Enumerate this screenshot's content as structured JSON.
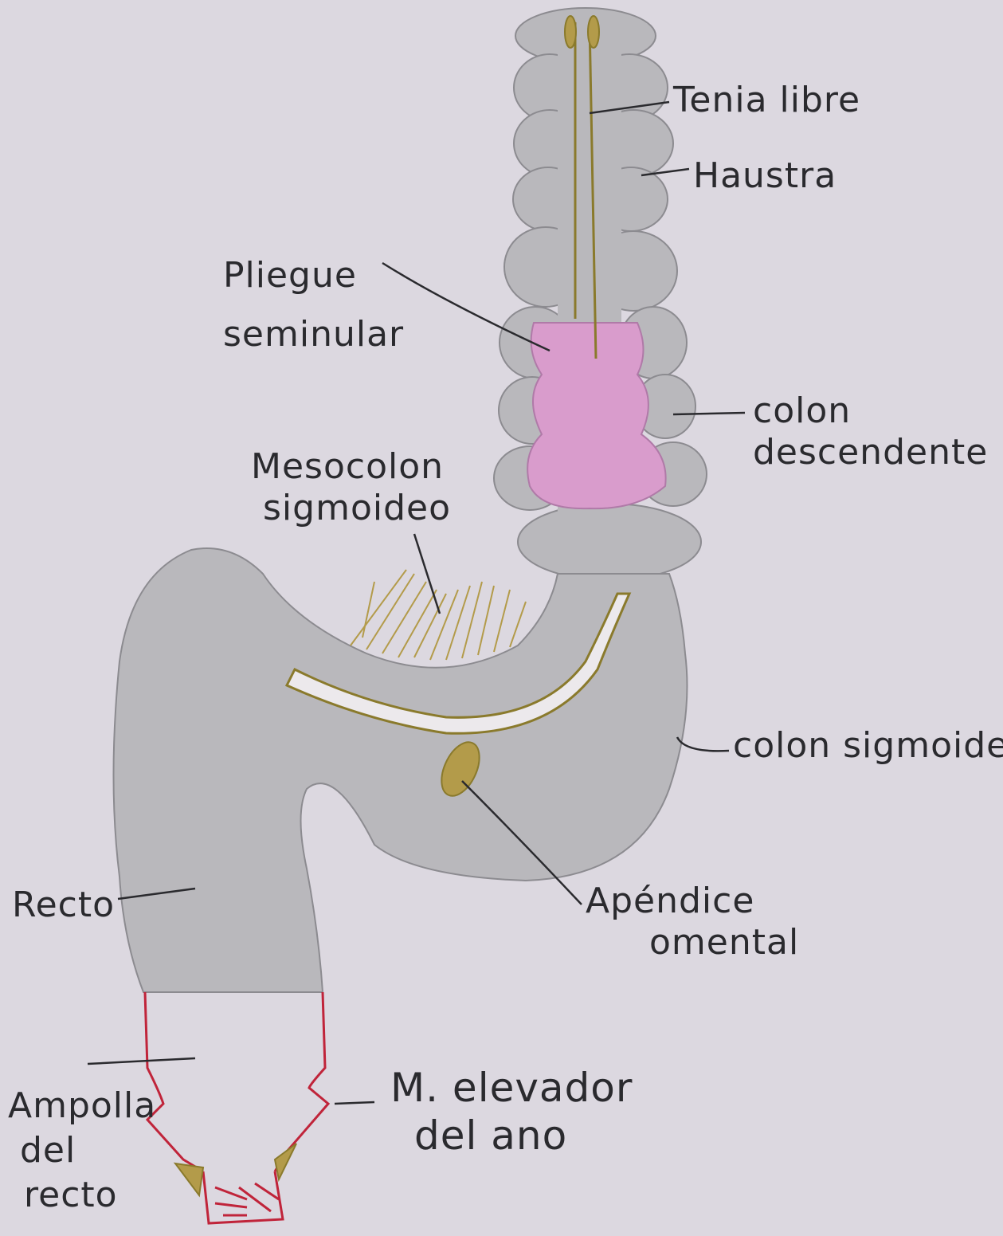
{
  "labels": {
    "tenia_libre": "Tenia libre",
    "haustra": "Haustra",
    "pliegue_line1": "Pliegue",
    "pliegue_line2": "seminular",
    "colon_desc_line1": "colon",
    "colon_desc_line2": "descendente",
    "mesocolon_line1": "Mesocolon",
    "mesocolon_line2": "sigmoideo",
    "colon_sigmoide": "colon sigmoide",
    "recto": "Recto",
    "apendice_line1": "Apéndice",
    "apendice_line2": "omental",
    "ampolla_line1": "Ampolla",
    "ampolla_line2": "del",
    "ampolla_line3": "recto",
    "elevador_line1": "M. elevador",
    "elevador_line2": "del ano"
  },
  "colors": {
    "paper": "#dcd8e0",
    "colon_gray": "#b9b8bc",
    "colon_edge": "#8c8b90",
    "pink": "#d99ccc",
    "tenia": "#8a7a2c",
    "tenia_fill": "#b39b4a",
    "red": "#c0243a",
    "ink": "#2a2a2e"
  }
}
